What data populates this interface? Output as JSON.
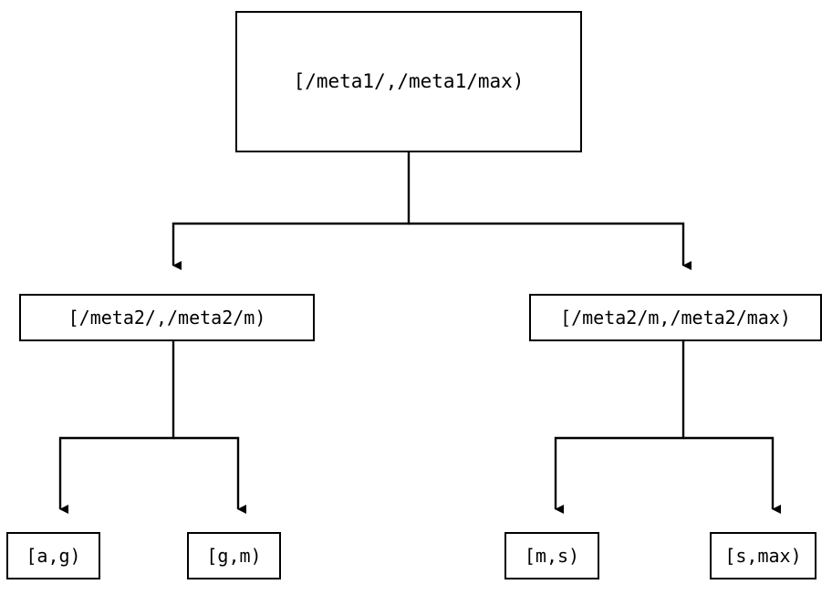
{
  "diagram": {
    "type": "tree",
    "orientation": "top-down",
    "title": "",
    "style": {
      "background_color": "#ffffff",
      "node_fill": "#ffffff",
      "node_border_color": "#000000",
      "edge_color": "#000000",
      "text_color": "#000000",
      "arrowhead": "filled-triangle-down"
    },
    "nodes": {
      "root": {
        "label": "[/meta1/,/meta1/max)",
        "level": 0
      },
      "mid_left": {
        "label": "[/meta2/,/meta2/m)",
        "level": 1
      },
      "mid_right": {
        "label": "[/meta2/m,/meta2/max)",
        "level": 1
      },
      "leaf_ag": {
        "label": "[a,g)",
        "level": 2
      },
      "leaf_gm": {
        "label": "[g,m)",
        "level": 2
      },
      "leaf_ms": {
        "label": "[m,s)",
        "level": 2
      },
      "leaf_smax": {
        "label": "[s,max)",
        "level": 2
      }
    },
    "edges": [
      {
        "from": "root",
        "to": "mid_left"
      },
      {
        "from": "root",
        "to": "mid_right"
      },
      {
        "from": "mid_left",
        "to": "leaf_ag"
      },
      {
        "from": "mid_left",
        "to": "leaf_gm"
      },
      {
        "from": "mid_right",
        "to": "leaf_ms"
      },
      {
        "from": "mid_right",
        "to": "leaf_smax"
      }
    ]
  }
}
